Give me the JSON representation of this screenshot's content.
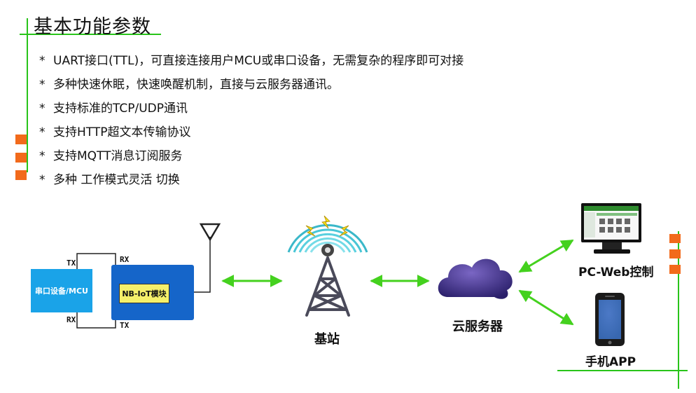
{
  "title": "基本功能参数",
  "features": [
    "UART接口(TTL)，可直接连接用户MCU或串口设备，无需复杂的程序即可对接",
    "多种快速休眠，快速唤醒机制，直接与云服务器通讯。",
    "支持标准的TCP/UDP通讯",
    "支持HTTP超文本传输协议",
    "支持MQTT消息订阅服务",
    "多种 工作模式灵活 切换"
  ],
  "bullet": "*",
  "diagram": {
    "mcu_label": "串口设备/MCU",
    "module_label": "NB-IoT模块",
    "pins": {
      "tx_top": "TX",
      "rx_top": "RX",
      "rx_bottom": "RX",
      "tx_bottom": "TX"
    },
    "base_station_label": "基站",
    "cloud_label": "云服务器",
    "pc_label": "PC-Web控制",
    "phone_label": "手机APP"
  },
  "colors": {
    "accent_green": "#29c41a",
    "arrow_green": "#44d11e",
    "orange": "#f26a1b",
    "mcu_blue": "#1aa3e8",
    "module_blue": "#1565c9",
    "cloud_purple": "#3a2d7a"
  },
  "icons": [
    "antenna-icon",
    "tower-icon",
    "cloud-icon",
    "monitor-icon",
    "phone-icon"
  ]
}
